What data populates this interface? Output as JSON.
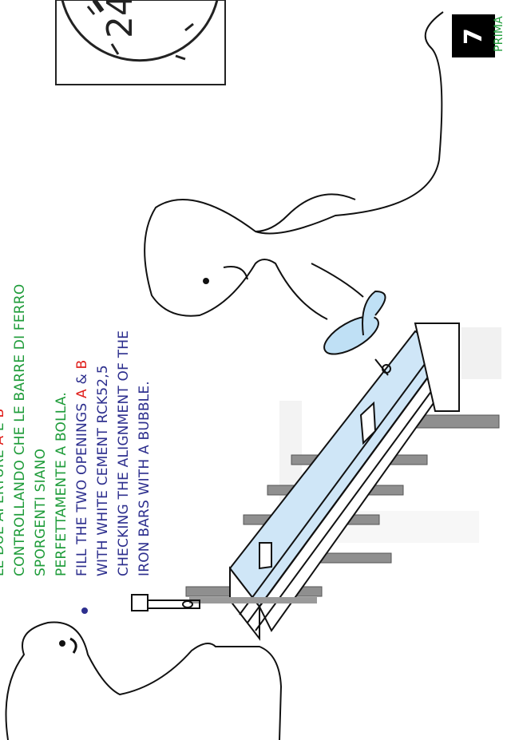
{
  "step_number": "7",
  "top_corner_text": "PRIMA",
  "instructions": {
    "italian": {
      "line1": "LE DUE APERTURE",
      "line1_a": "A",
      "line1_e": "E",
      "line1_b": "B",
      "line2": "CONTROLLANDO CHE LE BARRE DI FERRO",
      "line3": "SPORGENTI SIANO",
      "line4": "PERFETTAMENTE A BOLLA."
    },
    "english": {
      "line1_pre": "FILL THE TWO OPENINGS",
      "line1_a": "A",
      "line1_amp": "&",
      "line1_b": "B",
      "line2": "WITH WHITE CEMENT RCK52,5",
      "line3": "CHECKING THE ALIGNMENT OF THE",
      "line4": "IRON BARS WITH A BUBBLE."
    }
  },
  "clock": {
    "hour_label": "24"
  },
  "colors": {
    "italian_text": "#1f9c3a",
    "english_text": "#2d2f8e",
    "highlight": "#e0201c",
    "cement": "#bfe0f5"
  }
}
